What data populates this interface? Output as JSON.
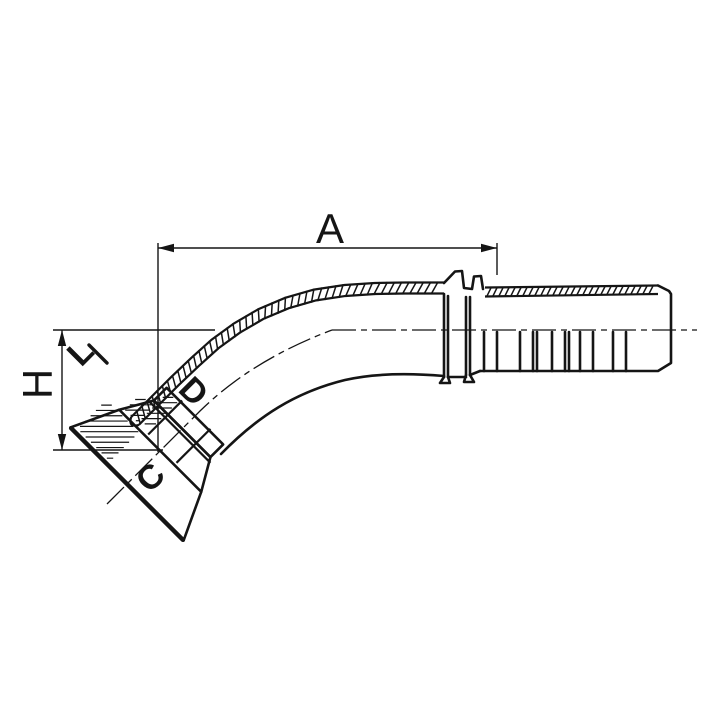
{
  "colors": {
    "ink": "#151515",
    "background": "#ffffff"
  },
  "labels": {
    "a": "A",
    "h": "H",
    "l": "L",
    "d": "D",
    "c": "C"
  }
}
